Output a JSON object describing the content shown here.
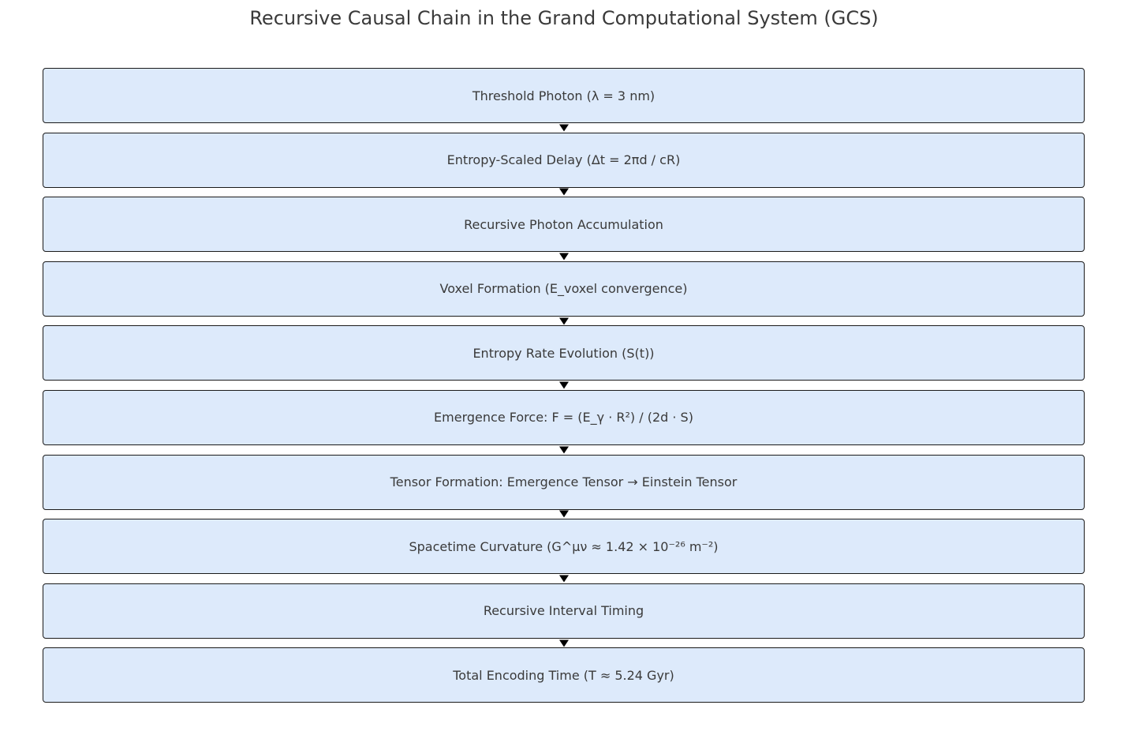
{
  "title": "Recursive Causal Chain in the Grand Computational System (GCS)",
  "colors": {
    "box_fill": "#ddeafb",
    "box_border": "#1a1a1a",
    "text": "#3a3a3a",
    "arrow": "#000000",
    "page_bg": "#ffffff"
  },
  "flow": {
    "direction": "top-down",
    "connector": "arrow-down",
    "steps": [
      {
        "label": "Threshold Photon (λ = 3 nm)"
      },
      {
        "label": "Entropy-Scaled Delay (Δt = 2πd / cR)"
      },
      {
        "label": "Recursive Photon Accumulation"
      },
      {
        "label": "Voxel Formation (E_voxel convergence)"
      },
      {
        "label": "Entropy Rate Evolution (S(t))"
      },
      {
        "label": "Emergence Force: F = (E_γ · R²) / (2d · S)"
      },
      {
        "label": "Tensor Formation: Emergence Tensor → Einstein Tensor"
      },
      {
        "label": "Spacetime Curvature (G^μν ≈ 1.42 × 10⁻²⁶ m⁻²)"
      },
      {
        "label": "Recursive Interval Timing"
      },
      {
        "label": "Total Encoding Time (T ≈ 5.24 Gyr)"
      }
    ]
  }
}
